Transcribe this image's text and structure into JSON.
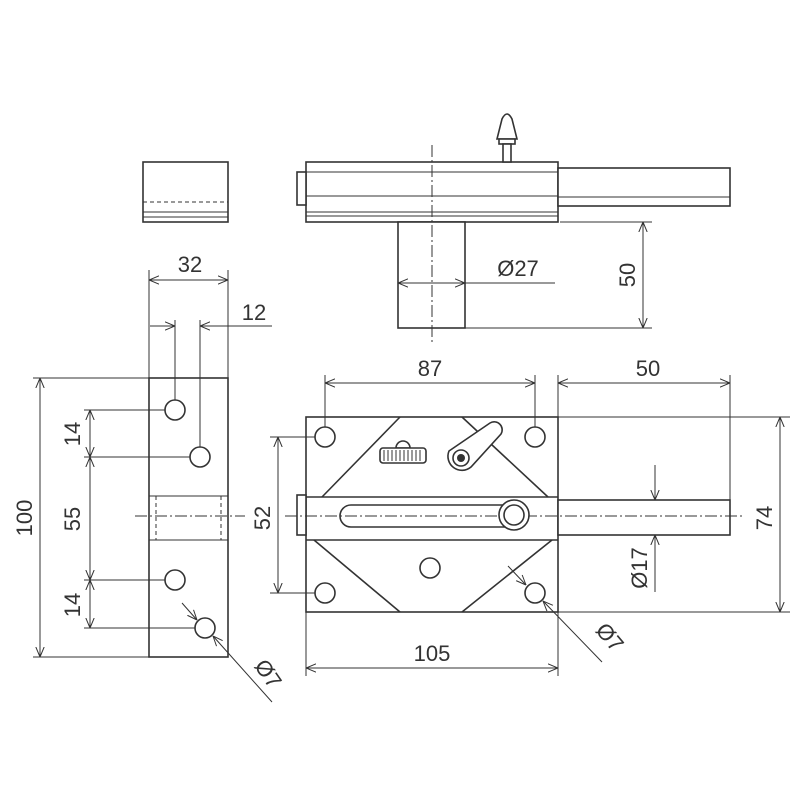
{
  "keeper_front": {
    "dims": {
      "width": "32",
      "hole_offset": "12",
      "height": "100",
      "pitch_top": "14",
      "pitch_middle": "55",
      "pitch_bottom": "14",
      "hole": "Ø7"
    }
  },
  "latch_side": {
    "dims": {
      "post_diameter": "Ø27",
      "post_height": "50"
    }
  },
  "latch_front": {
    "dims": {
      "hole_pitch_horizontal": "87",
      "bolt_projection": "50",
      "hole_pitch_vertical": "52",
      "height": "74",
      "bolt_diameter": "Ø17",
      "width": "105",
      "hole": "Ø7"
    }
  },
  "colors": {
    "line": "#333333",
    "background": "#ffffff"
  }
}
